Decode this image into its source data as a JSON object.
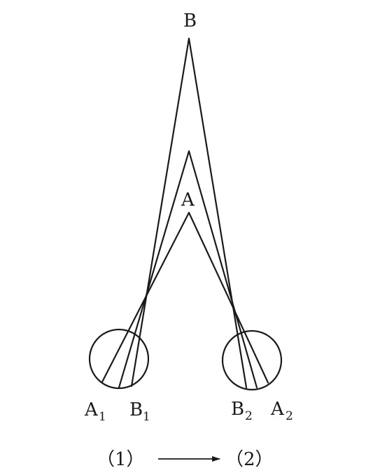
{
  "labels": {
    "top": "B",
    "middle": "A",
    "left_a": "A",
    "left_a_sub": "1",
    "left_b": "B",
    "left_b_sub": "1",
    "right_b": "B",
    "right_b_sub": "2",
    "right_a": "A",
    "right_a_sub": "2"
  },
  "caption": {
    "left": "（1）",
    "right": "（2）"
  }
}
